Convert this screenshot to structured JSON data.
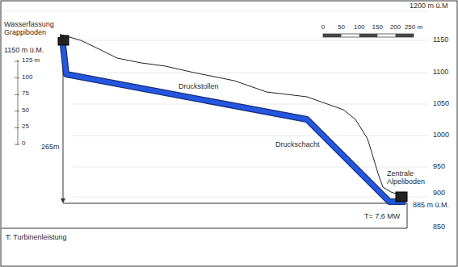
{
  "diagram": {
    "labels": [
      "1200 m ü.M",
      "Wasserfassung Grappiboden",
      "1150 m ü.M.",
      "0",
      "50",
      "100",
      "150",
      "200",
      "250 m",
      "1150",
      "125 m",
      "100",
      "75",
      "50",
      "25",
      "0",
      "1100",
      "1050",
      "265m",
      "Druckstollen",
      "1000",
      "Druckschacht",
      "950",
      "Zentrale Alpeliboden",
      "900",
      "885 m ü.M.",
      "T= 7,6 MW",
      "850",
      "T: Turbinenleistung"
    ]
  }
}
